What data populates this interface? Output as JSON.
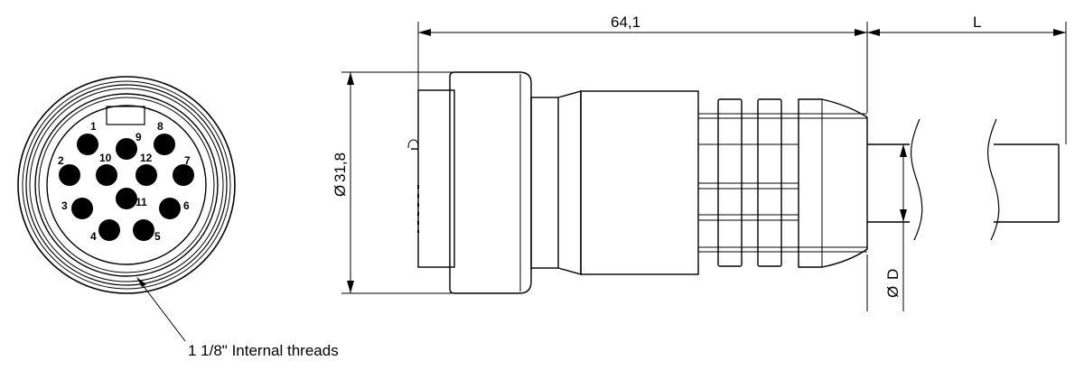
{
  "dimensions": {
    "length": "64,1",
    "cable_length": "L",
    "diameter_symbol": "Ø",
    "body_diameter": "31,8",
    "cable_diameter": "D"
  },
  "pin_labels": [
    "1",
    "2",
    "3",
    "4",
    "5",
    "6",
    "7",
    "8",
    "9",
    "10",
    "11",
    "12"
  ],
  "thread_note": "1 1/8\" Internal threads"
}
